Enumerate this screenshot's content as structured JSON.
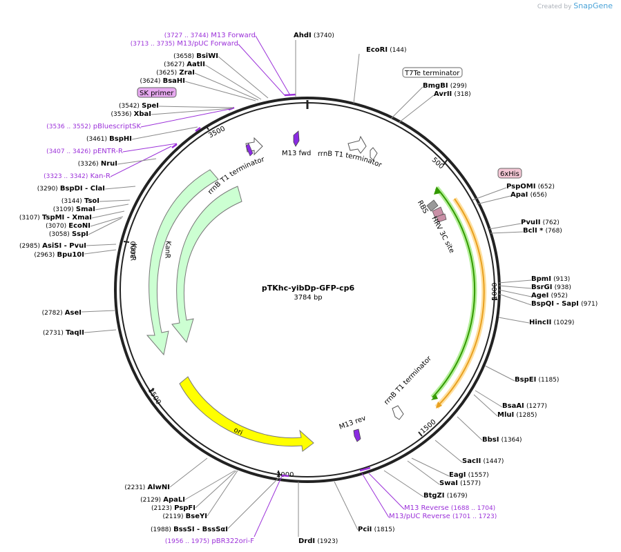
{
  "credit": {
    "prefix": "Created by",
    "brand": "SnapGene"
  },
  "plasmid": {
    "name": "pTKhc-yibDp-GFP-cp6",
    "size_label": "3784 bp",
    "length": 3784
  },
  "ticks": [
    "500",
    "1000",
    "1500",
    "2000",
    "2500",
    "3000",
    "3500"
  ],
  "features": {
    "kanr_outer": "KanR",
    "kanr_inner": "KanR",
    "ori": "ori",
    "m13_fwd": "M13 fwd",
    "m13_rev": "M13 rev",
    "rrnb_top": "rrnB T1 terminator",
    "rrnb_left": "rrnB T1 terminator",
    "rrnb_bottom": "rrnB T1 terminator",
    "rbs": "RBS",
    "hrv": "HRV 3C site",
    "t7te": "T7Te terminator",
    "six_his": "6xHis",
    "sk_primer": "SK primer"
  },
  "labels": [
    {
      "name": "AhdI",
      "pos": "(3740)",
      "kind": "site"
    },
    {
      "name": "EcoRI",
      "pos": "(144)",
      "kind": "site"
    },
    {
      "name": "BmgBI",
      "pos": "(299)",
      "kind": "site"
    },
    {
      "name": "AvrII",
      "pos": "(318)",
      "kind": "site"
    },
    {
      "name": "PspOMI",
      "pos": "(652)",
      "kind": "site"
    },
    {
      "name": "ApaI",
      "pos": "(656)",
      "kind": "site"
    },
    {
      "name": "PvuII",
      "pos": "(762)",
      "kind": "site"
    },
    {
      "name": "BclI *",
      "pos": "(768)",
      "kind": "site"
    },
    {
      "name": "BpmI",
      "pos": "(913)",
      "kind": "site"
    },
    {
      "name": "BsrGI",
      "pos": "(938)",
      "kind": "site"
    },
    {
      "name": "AgeI",
      "pos": "(952)",
      "kind": "site"
    },
    {
      "name": "BspQI  - SapI",
      "pos": "(971)",
      "kind": "site"
    },
    {
      "name": "HincII",
      "pos": "(1029)",
      "kind": "site"
    },
    {
      "name": "BspEI",
      "pos": "(1185)",
      "kind": "site"
    },
    {
      "name": "BsaAI",
      "pos": "(1277)",
      "kind": "site"
    },
    {
      "name": "MluI",
      "pos": "(1285)",
      "kind": "site"
    },
    {
      "name": "BbsI",
      "pos": "(1364)",
      "kind": "site"
    },
    {
      "name": "SacII",
      "pos": "(1447)",
      "kind": "site"
    },
    {
      "name": "EagI",
      "pos": "(1557)",
      "kind": "site"
    },
    {
      "name": "SwaI",
      "pos": "(1577)",
      "kind": "site"
    },
    {
      "name": "BtgZI",
      "pos": "(1679)",
      "kind": "site"
    },
    {
      "name": "M13 Reverse",
      "pos": "(1688 .. 1704)",
      "kind": "primer"
    },
    {
      "name": "M13/pUC Reverse",
      "pos": "(1701 .. 1723)",
      "kind": "primer"
    },
    {
      "name": "PciI",
      "pos": "(1815)",
      "kind": "site"
    },
    {
      "name": "DrdI",
      "pos": "(1923)",
      "kind": "site"
    },
    {
      "name": "pBR322ori-F",
      "pos": "(1956 .. 1975)",
      "kind": "primer"
    },
    {
      "name": "BssSI  - BssSαI",
      "pos": "(1988)",
      "kind": "site"
    },
    {
      "name": "BseYI",
      "pos": "(2119)",
      "kind": "site"
    },
    {
      "name": "PspFI",
      "pos": "(2123)",
      "kind": "site"
    },
    {
      "name": "ApaLI",
      "pos": "(2129)",
      "kind": "site"
    },
    {
      "name": "AlwNI",
      "pos": "(2231)",
      "kind": "site"
    },
    {
      "name": "TaqII",
      "pos": "(2731)",
      "kind": "site"
    },
    {
      "name": "AseI",
      "pos": "(2782)",
      "kind": "site"
    },
    {
      "name": "Bpu10I",
      "pos": "(2963)",
      "kind": "site"
    },
    {
      "name": "AsiSI  - PvuI",
      "pos": "(2985)",
      "kind": "site"
    },
    {
      "name": "SspI",
      "pos": "(3058)",
      "kind": "site"
    },
    {
      "name": "EcoNI",
      "pos": "(3070)",
      "kind": "site"
    },
    {
      "name": "TspMI  - XmaI",
      "pos": "(3107)",
      "kind": "site"
    },
    {
      "name": "SmaI",
      "pos": "(3109)",
      "kind": "site"
    },
    {
      "name": "TsoI",
      "pos": "(3144)",
      "kind": "site"
    },
    {
      "name": "BspDI  - ClaI",
      "pos": "(3290)",
      "kind": "site"
    },
    {
      "name": "Kan-R",
      "pos": "(3323 .. 3342)",
      "kind": "primer"
    },
    {
      "name": "NruI",
      "pos": "(3326)",
      "kind": "site"
    },
    {
      "name": "pENTR-R",
      "pos": "(3407 .. 3426)",
      "kind": "primer"
    },
    {
      "name": "BspHI",
      "pos": "(3461)",
      "kind": "site"
    },
    {
      "name": "pBluescriptSK",
      "pos": "(3536 .. 3552)",
      "kind": "primer"
    },
    {
      "name": "XbaI",
      "pos": "(3536)",
      "kind": "site"
    },
    {
      "name": "SpeI",
      "pos": "(3542)",
      "kind": "site"
    },
    {
      "name": "BsaHI",
      "pos": "(3624)",
      "kind": "site"
    },
    {
      "name": "ZraI",
      "pos": "(3625)",
      "kind": "site"
    },
    {
      "name": "AatII",
      "pos": "(3627)",
      "kind": "site"
    },
    {
      "name": "BsiWI",
      "pos": "(3658)",
      "kind": "site"
    },
    {
      "name": "M13/pUC Forward",
      "pos": "(3713 .. 3735)",
      "kind": "primer"
    },
    {
      "name": "M13 Forward",
      "pos": "(3727 .. 3744)",
      "kind": "primer"
    }
  ],
  "colors": {
    "backbone": "#222222",
    "primer": "#9b30d9",
    "kanr_fill": "#ccffd2",
    "ori_fill": "#ffff00",
    "gfp_stroke": "#339900",
    "gfp_glow": "#b4ef9a",
    "orange_stroke": "#e8a020",
    "orange_glow": "#ffe0a0",
    "m13_fill": "#8a2be2",
    "six_his_fill": "#f3c6d4",
    "sk_fill": "#e7a9f0"
  }
}
